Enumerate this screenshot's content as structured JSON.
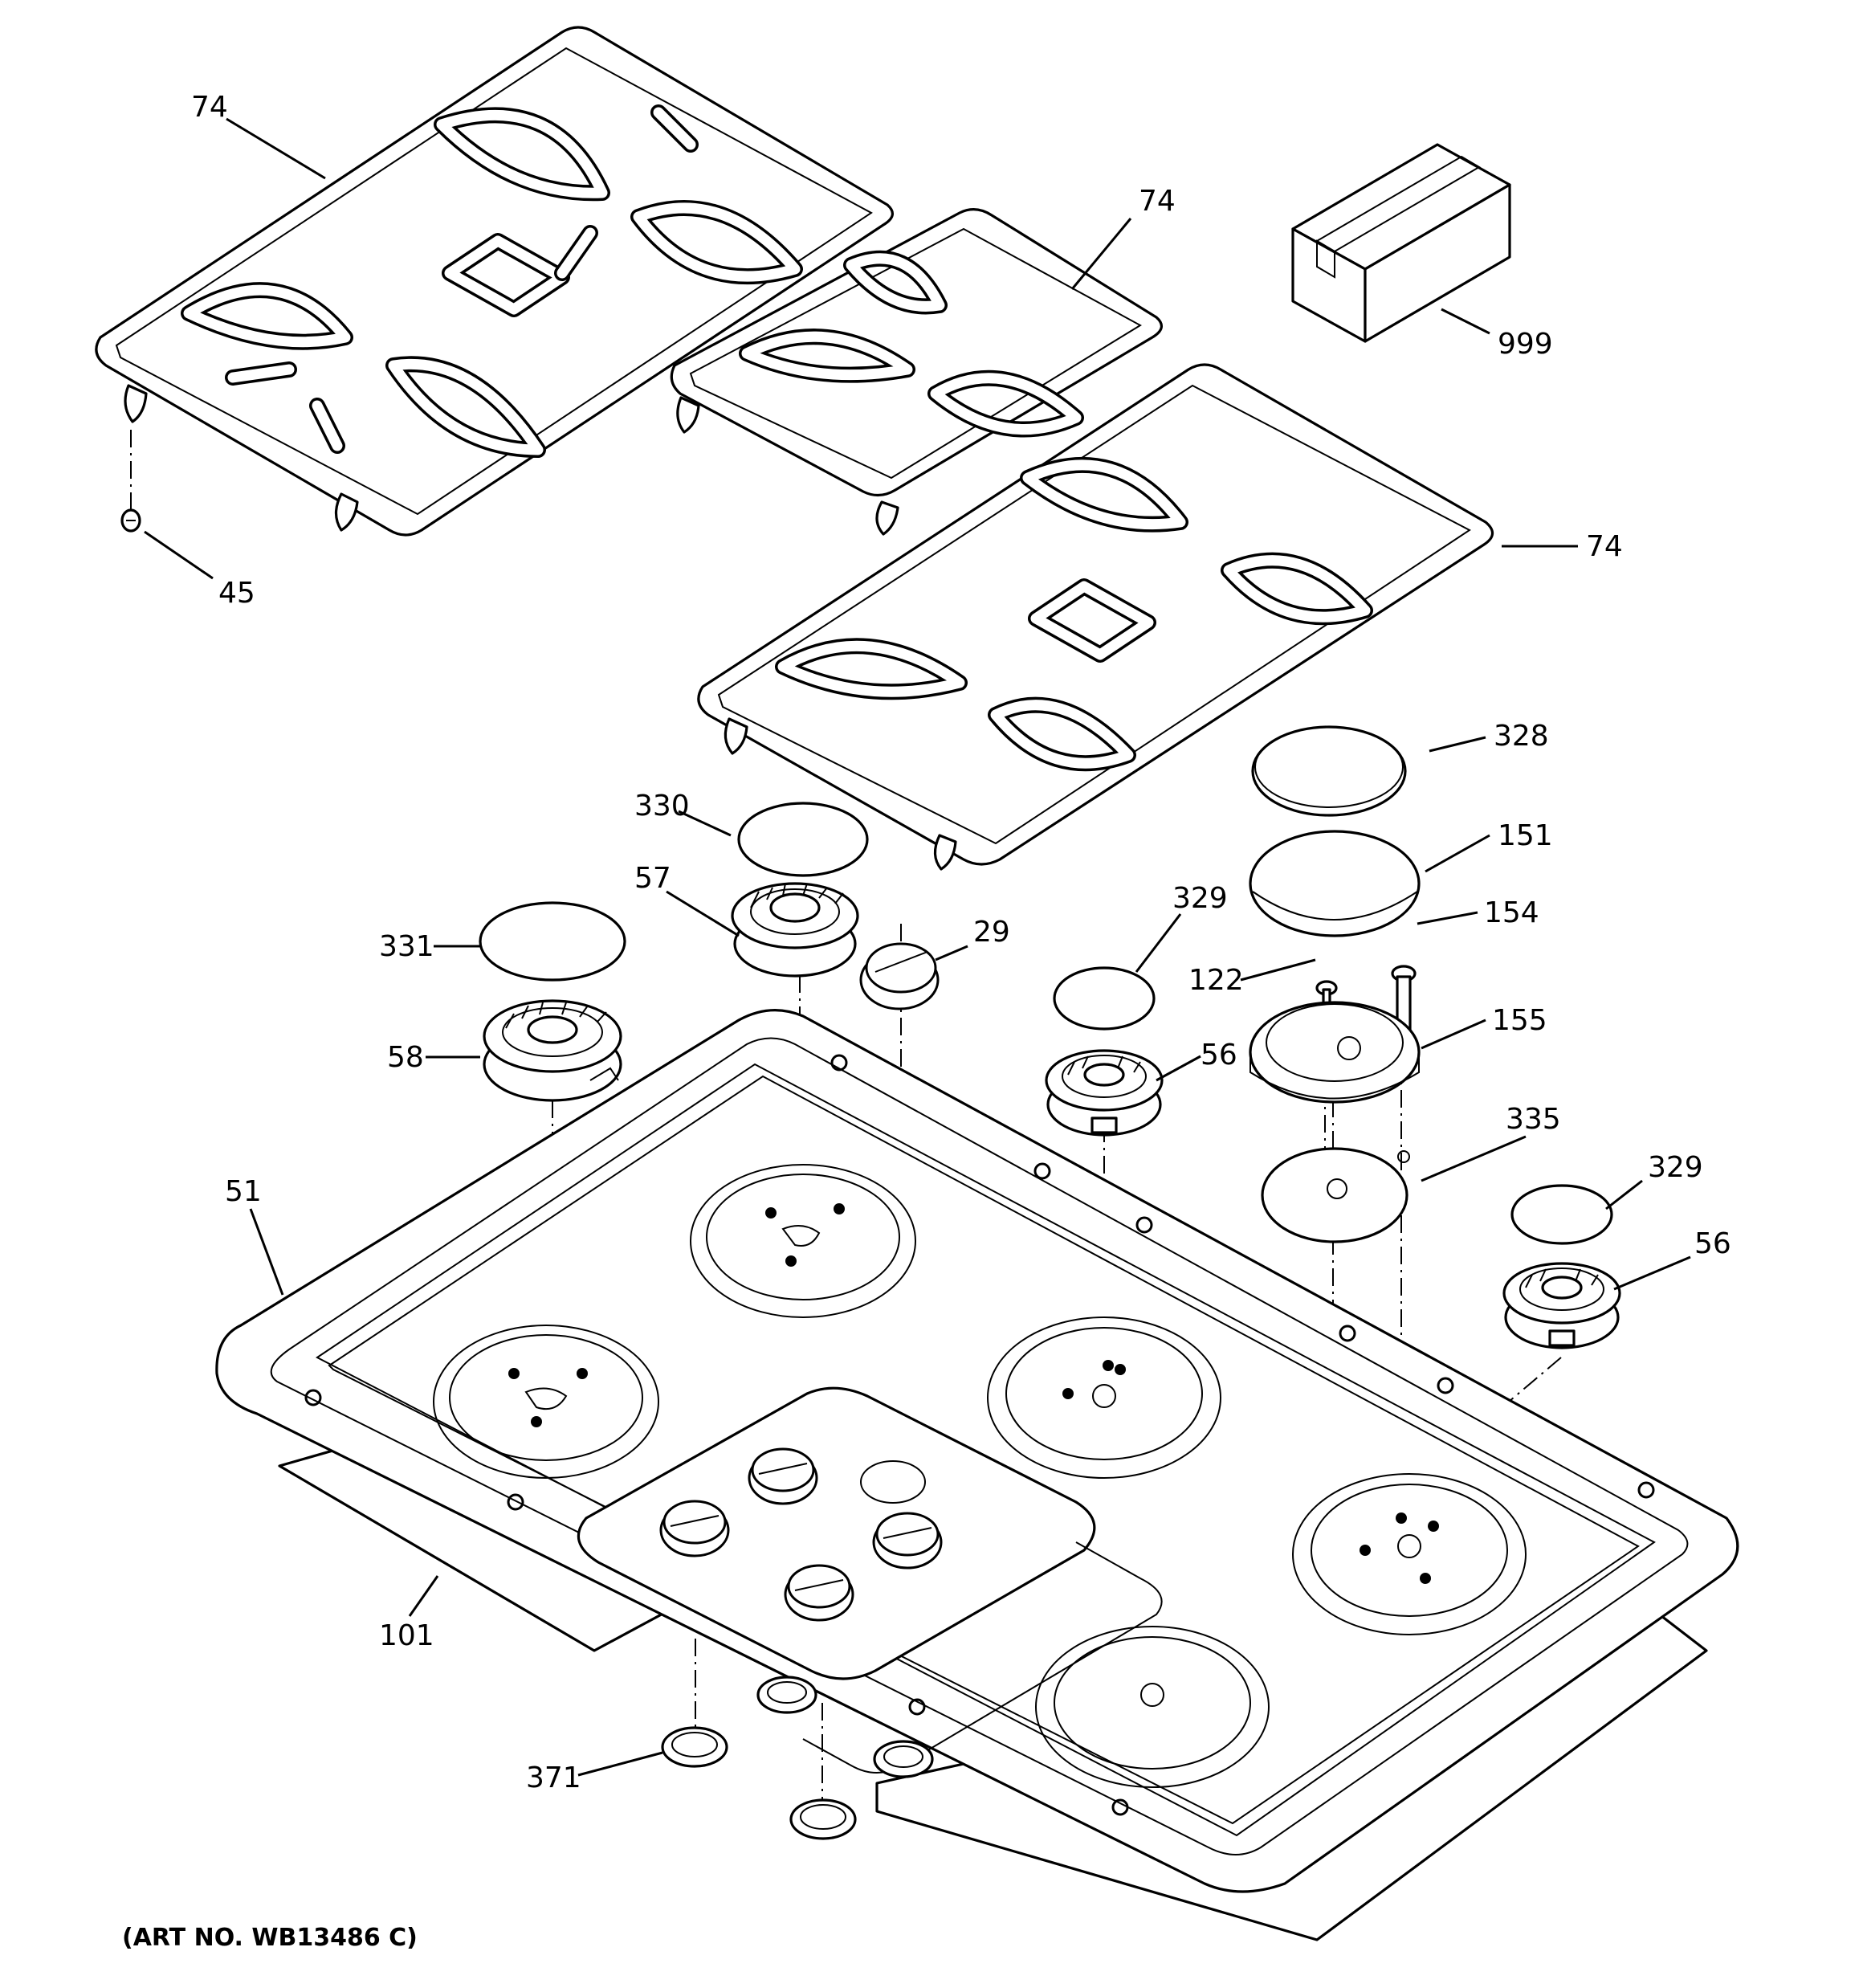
{
  "diagram": {
    "art_number": "(ART NO. WB13486 C)",
    "callouts": [
      {
        "id": "c-74-a",
        "label": "74"
      },
      {
        "id": "c-74-b",
        "label": "74"
      },
      {
        "id": "c-74-c",
        "label": "74"
      },
      {
        "id": "c-999",
        "label": "999"
      },
      {
        "id": "c-45",
        "label": "45"
      },
      {
        "id": "c-328",
        "label": "328"
      },
      {
        "id": "c-330",
        "label": "330"
      },
      {
        "id": "c-151",
        "label": "151"
      },
      {
        "id": "c-57",
        "label": "57"
      },
      {
        "id": "c-154",
        "label": "154"
      },
      {
        "id": "c-29",
        "label": "29"
      },
      {
        "id": "c-329-a",
        "label": "329"
      },
      {
        "id": "c-331",
        "label": "331"
      },
      {
        "id": "c-122",
        "label": "122"
      },
      {
        "id": "c-155",
        "label": "155"
      },
      {
        "id": "c-58",
        "label": "58"
      },
      {
        "id": "c-56-a",
        "label": "56"
      },
      {
        "id": "c-335",
        "label": "335"
      },
      {
        "id": "c-329-b",
        "label": "329"
      },
      {
        "id": "c-51",
        "label": "51"
      },
      {
        "id": "c-56-b",
        "label": "56"
      },
      {
        "id": "c-101",
        "label": "101"
      },
      {
        "id": "c-371",
        "label": "371"
      }
    ]
  }
}
